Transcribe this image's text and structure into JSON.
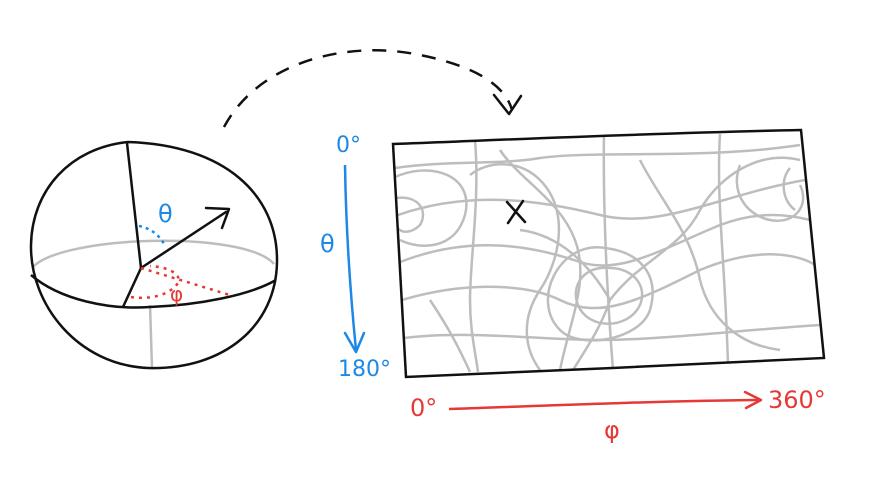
{
  "sphere": {
    "theta_symbol": "θ",
    "phi_symbol": "φ"
  },
  "map": {
    "marker": "X",
    "theta_axis": {
      "label": "θ",
      "start": "0°",
      "end": "180°"
    },
    "phi_axis": {
      "label": "φ",
      "start": "0°",
      "end": "360°"
    }
  },
  "colors": {
    "ink": "#111111",
    "grid": "#bdbdbd",
    "theta_blue": "#1e88e5",
    "phi_red": "#e53935"
  }
}
